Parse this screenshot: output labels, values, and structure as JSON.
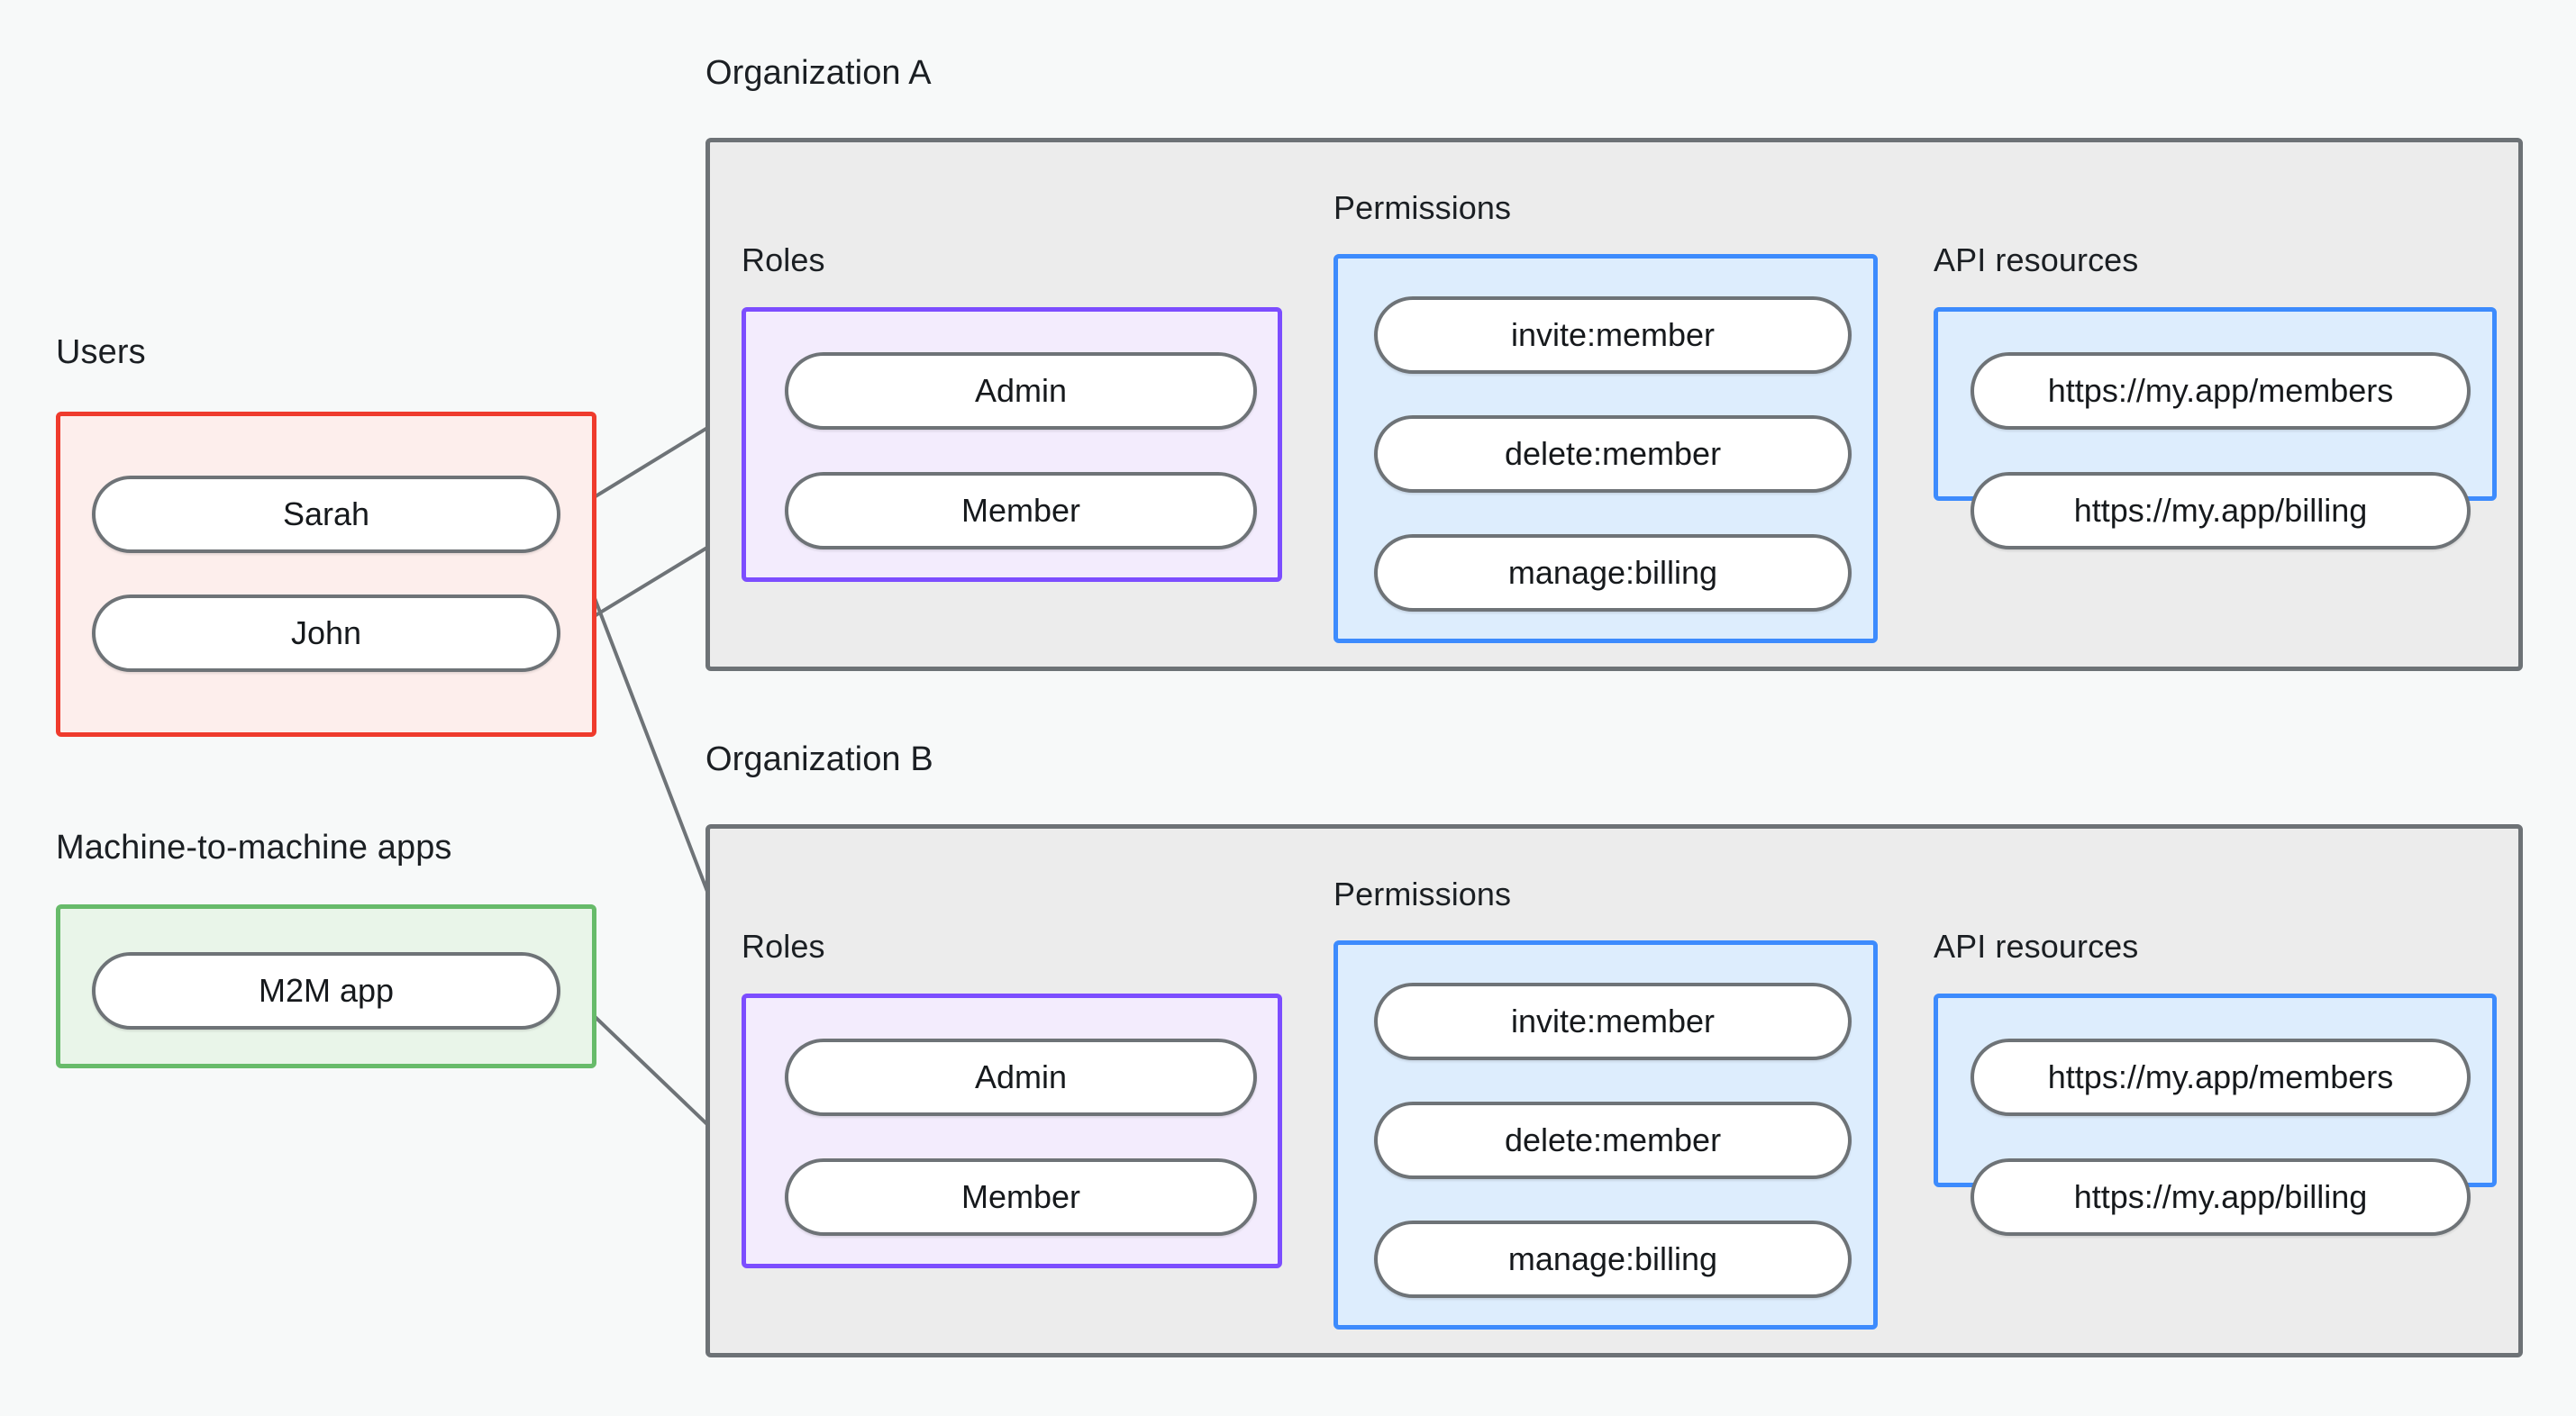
{
  "diagram": {
    "title_left_users": "Users",
    "title_left_m2m": "Machine-to-machine apps",
    "org_a_title": "Organization A",
    "org_b_title": "Organization B"
  },
  "users": {
    "label": "Users",
    "items": [
      {
        "label": "Sarah"
      },
      {
        "label": "John"
      }
    ]
  },
  "m2m": {
    "label": "Machine-to-machine apps",
    "items": [
      {
        "label": "M2M app"
      }
    ]
  },
  "org_a": {
    "title": "Organization A",
    "roles": {
      "label": "Roles",
      "items": [
        {
          "label": "Admin"
        },
        {
          "label": "Member"
        }
      ]
    },
    "permissions": {
      "label": "Permissions",
      "items": [
        {
          "label": "invite:member"
        },
        {
          "label": "delete:member"
        },
        {
          "label": "manage:billing"
        }
      ]
    },
    "api_resources": {
      "label": "API resources",
      "items": [
        {
          "label": "https://my.app/members"
        },
        {
          "label": "https://my.app/billing"
        }
      ]
    }
  },
  "org_b": {
    "title": "Organization B",
    "roles": {
      "label": "Roles",
      "items": [
        {
          "label": "Admin"
        },
        {
          "label": "Member"
        }
      ]
    },
    "permissions": {
      "label": "Permissions",
      "items": [
        {
          "label": "invite:member"
        },
        {
          "label": "delete:member"
        },
        {
          "label": "manage:billing"
        }
      ]
    },
    "api_resources": {
      "label": "API resources",
      "items": [
        {
          "label": "https://my.app/members"
        },
        {
          "label": "https://my.app/billing"
        }
      ]
    }
  },
  "colors": {
    "canvas": "#f7f9f9",
    "org_border": "#6d7276",
    "org_fill": "#ececec",
    "users_border": "#ef3b2d",
    "users_fill": "#fdeeec",
    "m2m_border": "#67bb6a",
    "m2m_fill": "#e9f5e9",
    "roles_border": "#7c4dff",
    "roles_fill": "#f3ecfd",
    "permissions_border": "#3d8bfd",
    "permissions_fill": "#ddedfd",
    "api_border": "#3d8bfd",
    "api_fill": "#ddedfd",
    "node_border": "#6e7377",
    "node_fill": "#ffffff",
    "edge": "#6e7377",
    "text": "#16191c"
  },
  "connections": [
    {
      "from": "users.sarah",
      "to": "org_a.roles.admin"
    },
    {
      "from": "users.john",
      "to": "org_a.roles.member"
    },
    {
      "from": "users.sarah",
      "to": "org_b.roles.admin"
    },
    {
      "from": "m2m.app",
      "to": "org_b.roles.member"
    },
    {
      "from": "org_a.roles.admin",
      "to": "org_a.permissions.invite:member"
    },
    {
      "from": "org_a.roles.admin",
      "to": "org_a.permissions.delete:member"
    },
    {
      "from": "org_a.roles.member",
      "to": "org_a.permissions.manage:billing"
    },
    {
      "from": "org_a.permissions.invite:member",
      "to": "org_a.api_resources.members"
    },
    {
      "from": "org_a.permissions.delete:member",
      "to": "org_a.api_resources.members"
    },
    {
      "from": "org_a.permissions.manage:billing",
      "to": "org_a.api_resources.billing"
    },
    {
      "from": "org_b.roles.admin",
      "to": "org_b.permissions.invite:member"
    },
    {
      "from": "org_b.roles.admin",
      "to": "org_b.permissions.delete:member"
    },
    {
      "from": "org_b.roles.member",
      "to": "org_b.permissions.manage:billing"
    },
    {
      "from": "org_b.permissions.invite:member",
      "to": "org_b.api_resources.members"
    },
    {
      "from": "org_b.permissions.delete:member",
      "to": "org_b.api_resources.members"
    },
    {
      "from": "org_b.permissions.manage:billing",
      "to": "org_b.api_resources.billing"
    }
  ]
}
